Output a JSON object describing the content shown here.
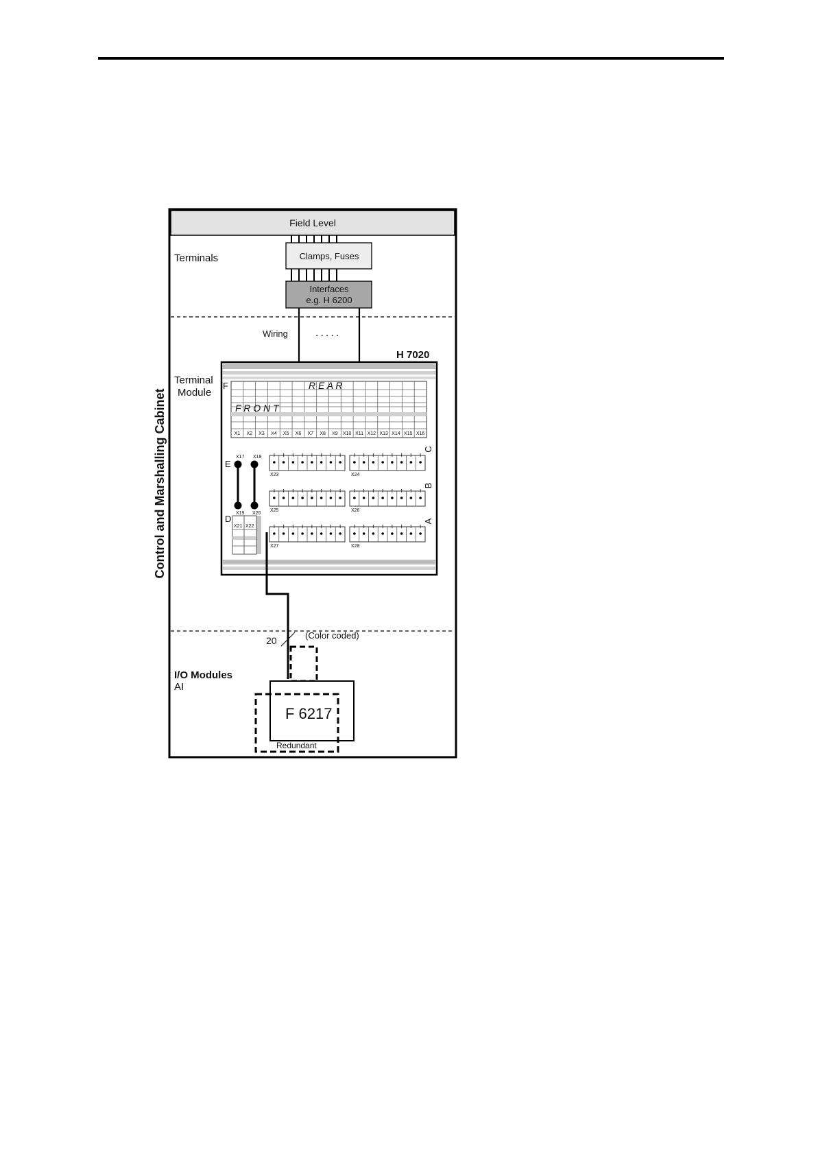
{
  "diagram": {
    "vertical_title": "Control and Marshalling Cabinet",
    "field_level": "Field Level",
    "terminals_label": "Terminals",
    "clamps_label": "Clamps, Fuses",
    "interfaces_line1": "Interfaces",
    "interfaces_line2": "e.g. H 6200",
    "wiring_label": "Wiring",
    "wiring_dots": ".....",
    "h7020_label": "H 7020",
    "terminal_module_line1": "Terminal",
    "terminal_module_line2": "Module",
    "row_f": "F",
    "rear_label": "R E A R",
    "front_label": "F R O N T",
    "x_labels": [
      "X1",
      "X2",
      "X3",
      "X4",
      "X5",
      "X6",
      "X7",
      "X8",
      "X9",
      "X10",
      "X11",
      "X12",
      "X13",
      "X14",
      "X15",
      "X16"
    ],
    "row_e": "E",
    "row_d": "D",
    "row_c": "C",
    "row_b": "B",
    "row_a": "A",
    "x17": "X17",
    "x18": "X18",
    "x19": "X19",
    "x20": "X20",
    "x21": "X21",
    "x22": "X22",
    "x23": "X23",
    "x24": "X24",
    "x25": "X25",
    "x26": "X26",
    "x27": "X27",
    "x28": "X28",
    "wire_count": "20",
    "color_coded": "(Color coded)",
    "io_modules": "I/O Modules",
    "io_ai": "AI",
    "f6217": "F 6217",
    "redundant": "Redundant"
  }
}
